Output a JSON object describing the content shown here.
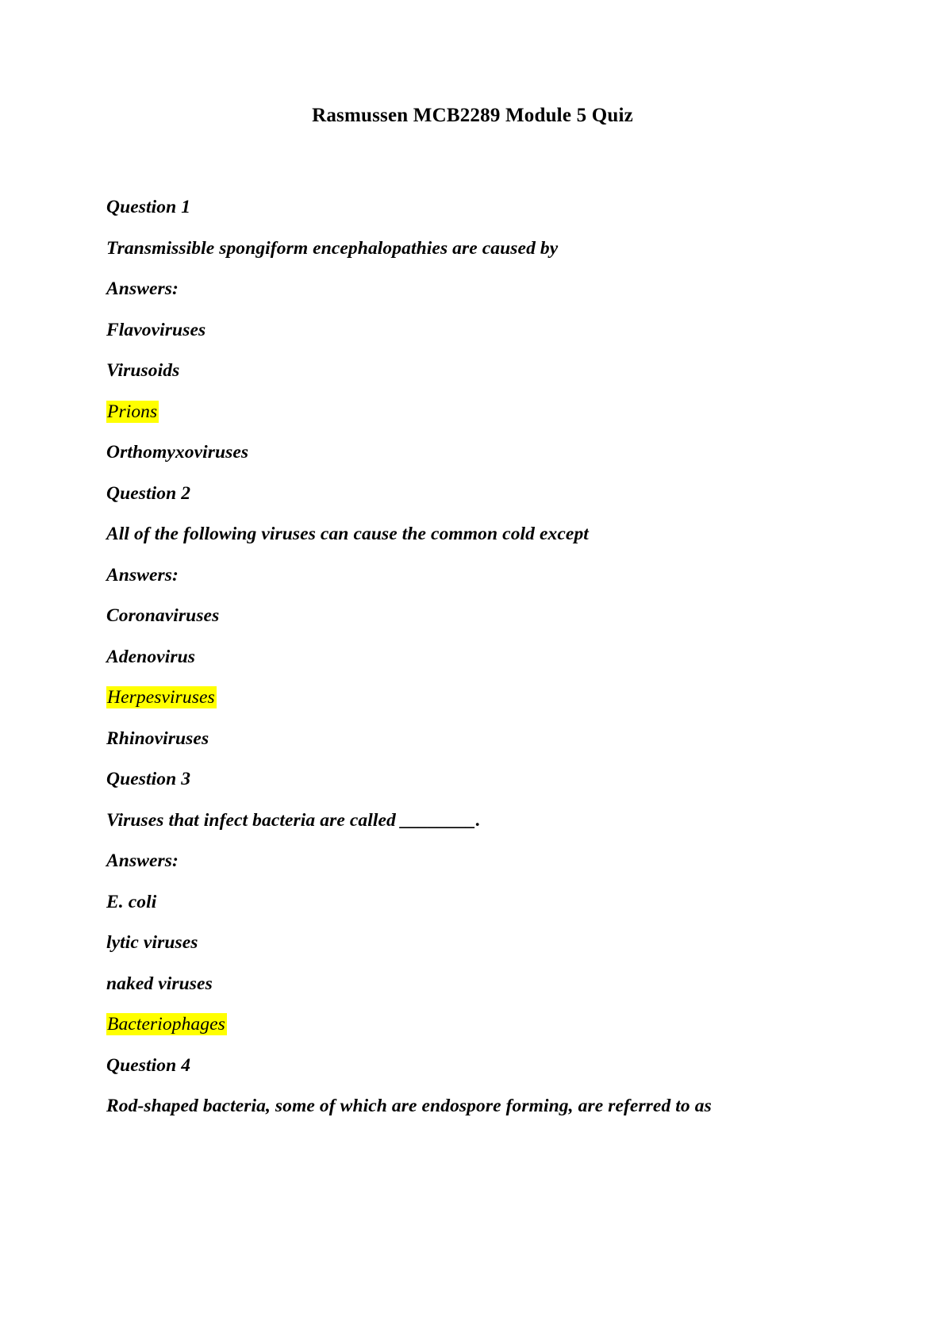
{
  "document": {
    "title": "Rasmussen MCB2289 Module 5 Quiz",
    "highlight_color": "#ffff00",
    "page_background": "#ffffff",
    "text_color": "#000000"
  },
  "lines": [
    {
      "text": "Question 1",
      "kind": "question-label",
      "highlight": false
    },
    {
      "text": "Transmissible spongiform encephalopathies are caused by",
      "kind": "question-text",
      "highlight": false
    },
    {
      "text": "Answers:",
      "kind": "answers-label",
      "highlight": false
    },
    {
      "text": "Flavoviruses",
      "kind": "answer-option",
      "highlight": false
    },
    {
      "text": "Virusoids",
      "kind": "answer-option",
      "highlight": false
    },
    {
      "text": "Prions",
      "kind": "answer-option",
      "highlight": true
    },
    {
      "text": "Orthomyxoviruses",
      "kind": "answer-option",
      "highlight": false
    },
    {
      "text": "Question 2",
      "kind": "question-label",
      "highlight": false
    },
    {
      "text": "All of the following viruses can cause the common cold except",
      "kind": "question-text",
      "highlight": false
    },
    {
      "text": "Answers:",
      "kind": "answers-label",
      "highlight": false
    },
    {
      "text": "Coronaviruses",
      "kind": "answer-option",
      "highlight": false
    },
    {
      "text": "Adenovirus",
      "kind": "answer-option",
      "highlight": false
    },
    {
      "text": "Herpesviruses",
      "kind": "answer-option",
      "highlight": true
    },
    {
      "text": "Rhinoviruses",
      "kind": "answer-option",
      "highlight": false
    },
    {
      "text": "Question 3",
      "kind": "question-label",
      "highlight": false
    },
    {
      "text": "Viruses that infect bacteria are called ________.",
      "kind": "question-text",
      "highlight": false
    },
    {
      "text": "Answers:",
      "kind": "answers-label",
      "highlight": false
    },
    {
      "text": "E. coli",
      "kind": "answer-option",
      "highlight": false
    },
    {
      "text": "lytic viruses",
      "kind": "answer-option",
      "highlight": false
    },
    {
      "text": "naked viruses",
      "kind": "answer-option",
      "highlight": false
    },
    {
      "text": "Bacteriophages",
      "kind": "answer-option",
      "highlight": true
    },
    {
      "text": "Question 4",
      "kind": "question-label",
      "highlight": false
    },
    {
      "text": "Rod-shaped bacteria, some of which are endospore forming, are referred to as",
      "kind": "question-text",
      "highlight": false
    }
  ]
}
